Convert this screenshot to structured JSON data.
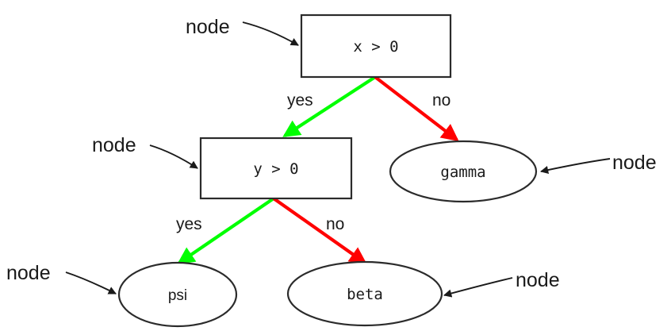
{
  "diagram": {
    "title": "decision-tree",
    "colors": {
      "yes_edge": "#00ff00",
      "no_edge": "#ff0000",
      "node_stroke": "#2b2b2b",
      "node_fill": "#ffffff",
      "text": "#1a1a1a",
      "annotation": "#1a1a1a",
      "background": "#ffffff"
    },
    "nodes": [
      {
        "id": "root",
        "shape": "box",
        "label": "x > 0",
        "font": "mono"
      },
      {
        "id": "inner",
        "shape": "box",
        "label": "y > 0",
        "font": "mono"
      },
      {
        "id": "gamma",
        "shape": "ellipse",
        "label": "gamma",
        "font": "mono"
      },
      {
        "id": "psi",
        "shape": "ellipse",
        "label": "psi",
        "font": "sans"
      },
      {
        "id": "beta",
        "shape": "ellipse",
        "label": "beta",
        "font": "mono"
      }
    ],
    "edges": [
      {
        "from": "root",
        "to": "inner",
        "label": "yes",
        "color": "#00ff00"
      },
      {
        "from": "root",
        "to": "gamma",
        "label": "no",
        "color": "#ff0000"
      },
      {
        "from": "inner",
        "to": "psi",
        "label": "yes",
        "color": "#00ff00"
      },
      {
        "from": "inner",
        "to": "beta",
        "label": "no",
        "color": "#ff0000"
      }
    ],
    "annotations": [
      {
        "id": "ann-root",
        "label": "node",
        "target": "root"
      },
      {
        "id": "ann-inner",
        "label": "node",
        "target": "inner"
      },
      {
        "id": "ann-gamma",
        "label": "node",
        "target": "gamma"
      },
      {
        "id": "ann-psi",
        "label": "node",
        "target": "psi"
      },
      {
        "id": "ann-beta",
        "label": "node",
        "target": "beta"
      }
    ],
    "edge_labels": {
      "root_yes": "yes",
      "root_no": "no",
      "inner_yes": "yes",
      "inner_no": "no"
    },
    "labels": {
      "root": "x > 0",
      "inner": "y > 0",
      "gamma": "gamma",
      "psi": "psi",
      "beta": "beta",
      "node": "node"
    }
  }
}
